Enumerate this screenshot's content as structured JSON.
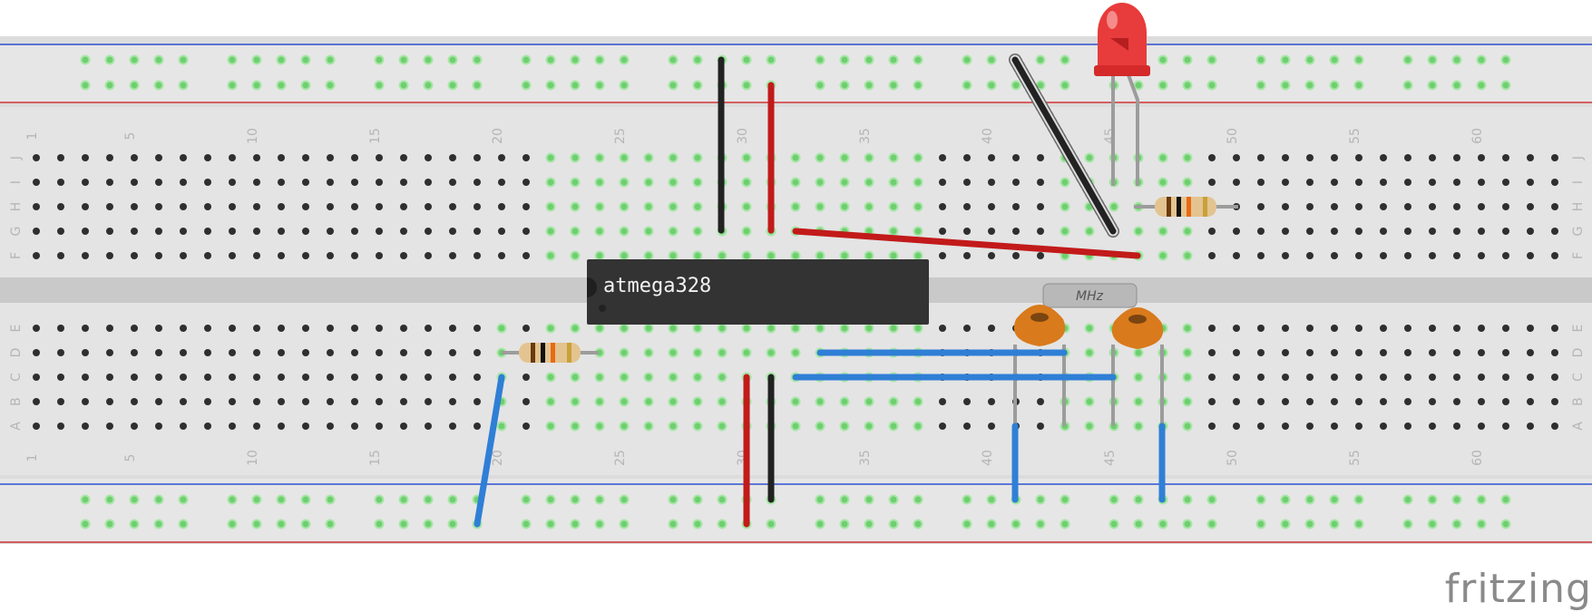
{
  "chip": {
    "label": "atmega328"
  },
  "crystal": {
    "label": "MHz"
  },
  "brand": {
    "label": "fritzing"
  },
  "column_numbers": [
    "1",
    "5",
    "10",
    "15",
    "20",
    "25",
    "30",
    "35",
    "40",
    "45",
    "50",
    "55",
    "60"
  ],
  "row_letters_top": [
    "J",
    "I",
    "H",
    "G",
    "F"
  ],
  "row_letters_bottom": [
    "E",
    "D",
    "C",
    "B",
    "A"
  ],
  "colors": {
    "board": "#dcdcdc",
    "rail_blue": "#3050d0",
    "rail_red": "#d03030",
    "hole": "#2f2f2f",
    "hole_connected": "#6fcf6f",
    "wire_black": "#222222",
    "wire_red": "#c21a1a",
    "wire_blue": "#2f7fd6",
    "chip": "#333333",
    "led": "#e83b3b",
    "capacitor": "#d97a1c"
  }
}
